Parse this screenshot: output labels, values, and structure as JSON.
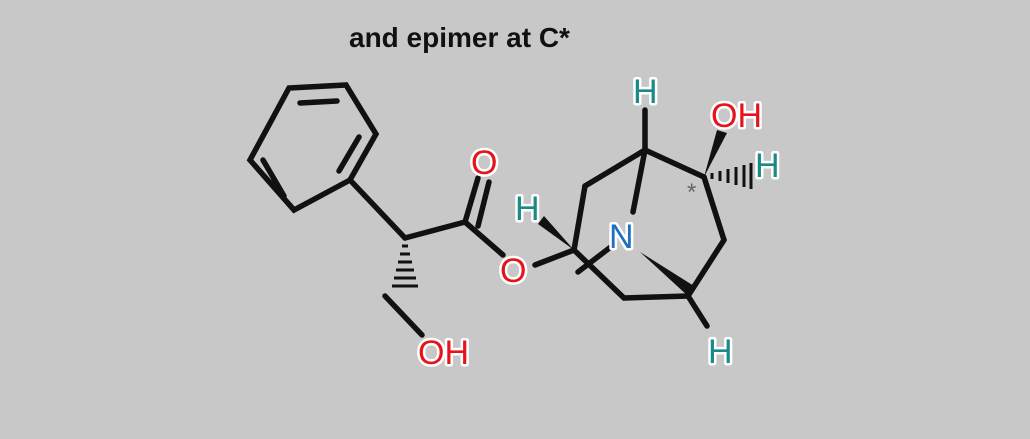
{
  "caption": "and epimer at C*",
  "atoms": {
    "carbonyl_oxygen": "O",
    "ester_oxygen": "O",
    "side_chain_hydroxyl": "OH",
    "ring_hydroxyl": "OH",
    "nitrogen": "N",
    "h_ester_carbon": "H",
    "h_bridgehead_top": "H",
    "h_carbinol": "H",
    "h_bridgehead_bottom": "H"
  },
  "stereocenter_marker": "*",
  "colors": {
    "background": "#c9c8c9",
    "bond": "#111111",
    "oxygen": "#e8121b",
    "nitrogen": "#1e6fc0",
    "hydrogen": "#1a8a86",
    "marker": "#666666"
  }
}
